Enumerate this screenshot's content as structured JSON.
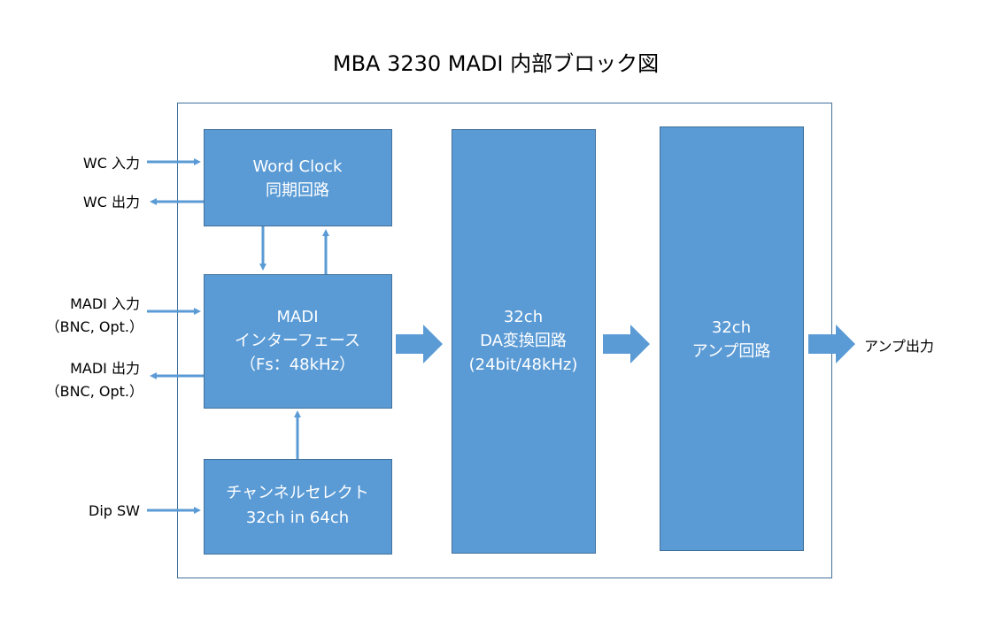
{
  "title": "MBA 3230 MADI 内部ブロック図",
  "colors": {
    "block_fill": "#5b9bd5",
    "block_stroke": "#41719c",
    "arrow": "#5b9bd5",
    "frame_stroke": "#41719c",
    "text_light": "#ffffff",
    "text_dark": "#000000"
  },
  "blocks": {
    "wordclock": {
      "line1": "Word Clock",
      "line2": "同期回路"
    },
    "madi": {
      "line1": "MADI",
      "line2": "インターフェース",
      "line3": "（Fs：48kHz）"
    },
    "channel": {
      "line1": "チャンネルセレクト",
      "line2": "32ch in 64ch"
    },
    "da": {
      "line1": "32ch",
      "line2": "DA変換回路",
      "line3": "(24bit/48kHz)"
    },
    "amp": {
      "line1": "32ch",
      "line2": "アンプ回路"
    }
  },
  "inputs": {
    "wc_in": "WC 入力",
    "wc_out": "WC 出力",
    "madi_in": "MADI 入力",
    "madi_in_sub": "（BNC, Opt.）",
    "madi_out": "MADI 出力",
    "madi_out_sub": "（BNC, Opt.）",
    "dip": "Dip SW"
  },
  "outputs": {
    "amp_out": "アンプ出力"
  }
}
